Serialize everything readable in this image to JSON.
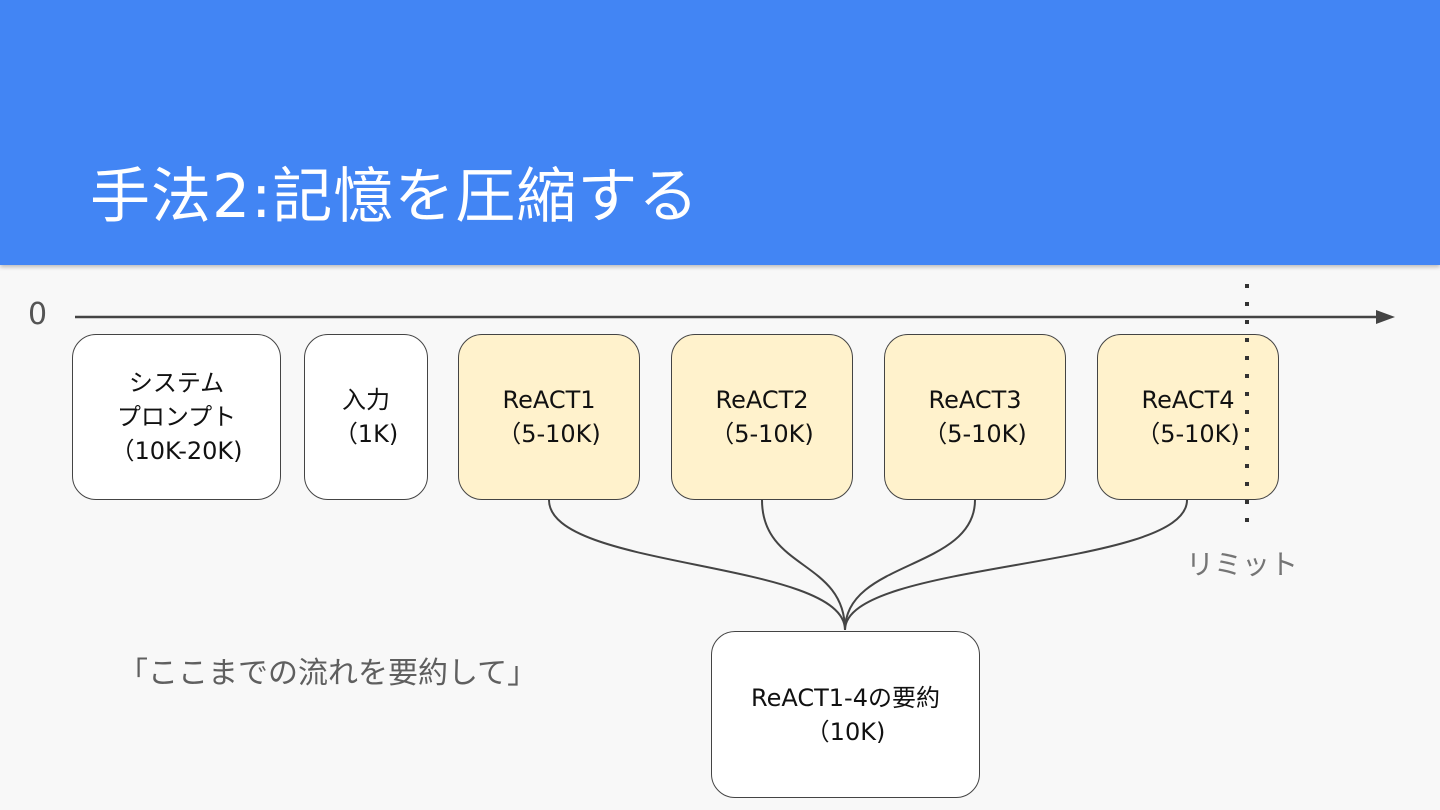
{
  "slide": {
    "title": "手法2:記憶を圧縮する"
  },
  "axis": {
    "origin_label": "0",
    "limit_label": "リミット"
  },
  "blocks": [
    {
      "id": "system-prompt",
      "lines": [
        "システム",
        "プロンプト",
        "（10K-20K)"
      ],
      "fill": "white"
    },
    {
      "id": "input",
      "lines": [
        "入力",
        "（1K)"
      ],
      "fill": "white"
    },
    {
      "id": "react1",
      "lines": [
        "ReACT1",
        "（5-10K)"
      ],
      "fill": "yellow"
    },
    {
      "id": "react2",
      "lines": [
        "ReACT2",
        "（5-10K)"
      ],
      "fill": "yellow"
    },
    {
      "id": "react3",
      "lines": [
        "ReACT3",
        "（5-10K)"
      ],
      "fill": "yellow"
    },
    {
      "id": "react4",
      "lines": [
        "ReACT4",
        "（5-10K)"
      ],
      "fill": "yellow"
    }
  ],
  "summary": {
    "lines": [
      "ReACT1-4の要約",
      "（10K)"
    ]
  },
  "instruction": "「ここまでの流れを要約して」",
  "colors": {
    "header": "#4285f4",
    "block_yellow": "#fff2cc",
    "block_white": "#ffffff",
    "axis": "#444444"
  }
}
